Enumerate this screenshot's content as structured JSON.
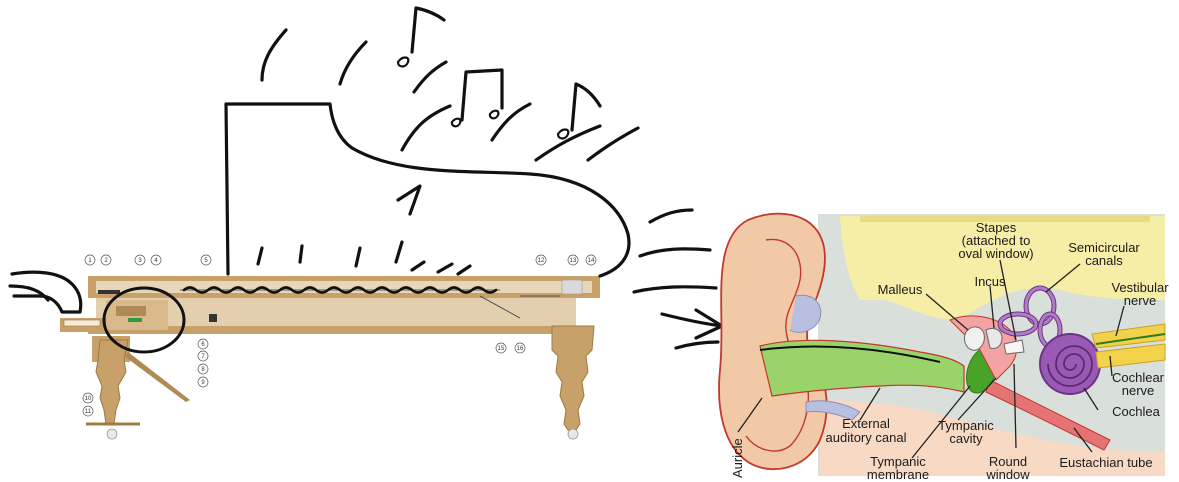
{
  "piano_diagram": {
    "callouts": [
      "1",
      "2",
      "3",
      "4",
      "5",
      "6",
      "7",
      "8",
      "9",
      "10",
      "11",
      "12",
      "13",
      "14",
      "15",
      "16"
    ],
    "colors": {
      "wood": "#c8a06a",
      "wood_dark": "#a07840",
      "wood_light": "#e3cfae"
    }
  },
  "ear_diagram": {
    "labels": {
      "auricle": "Auricle",
      "external_canal_1": "External",
      "external_canal_2": "auditory canal",
      "tympanic_membrane_1": "Tympanic",
      "tympanic_membrane_2": "membrane",
      "tympanic_cavity_1": "Tympanic",
      "tympanic_cavity_2": "cavity",
      "malleus": "Malleus",
      "incus": "Incus",
      "stapes_1": "Stapes",
      "stapes_2": "(attached to",
      "stapes_3": "oval window)",
      "semicircular_1": "Semicircular",
      "semicircular_2": "canals",
      "vestibular_1": "Vestibular",
      "vestibular_2": "nerve",
      "cochlear_nerve_1": "Cochlear",
      "cochlear_nerve_2": "nerve",
      "cochlea": "Cochlea",
      "round_window_1": "Round",
      "round_window_2": "window",
      "eustachian": "Eustachian tube"
    },
    "colors": {
      "skin": "#f2c9a6",
      "skin_dark": "#c0392b",
      "bone": "#f6eda6",
      "canal_green": "#9bd36b",
      "membrane": "#4aa329",
      "cochlea": "#9b59b6",
      "nerve": "#f1d24a",
      "bg_grey": "#d9dfdb",
      "eustachian": "#e57373"
    }
  }
}
